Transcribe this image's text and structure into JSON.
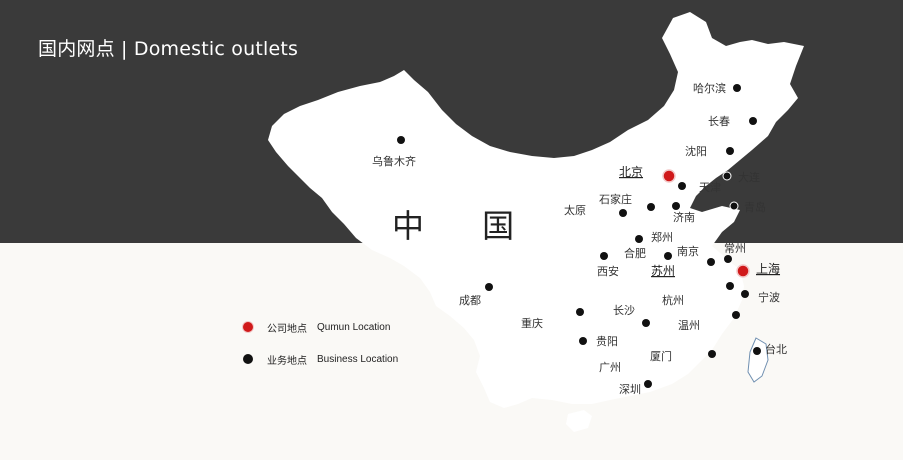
{
  "header": {
    "title": "国内网点 | Domestic outlets"
  },
  "map": {
    "country_label": "中 国",
    "colors": {
      "land": "#ffffff",
      "top_band": "#3a3a3a",
      "bottom_band": "#faf9f6",
      "hq_dot": "#d0191a",
      "business_dot": "#111111"
    },
    "cities": [
      {
        "id": "harbin",
        "name": "哈尔滨",
        "type": "business"
      },
      {
        "id": "changchun",
        "name": "长春",
        "type": "business"
      },
      {
        "id": "shenyang",
        "name": "沈阳",
        "type": "business"
      },
      {
        "id": "dalian",
        "name": "大连",
        "type": "business"
      },
      {
        "id": "beijing",
        "name": "北京",
        "type": "hq"
      },
      {
        "id": "tianjin",
        "name": "天津",
        "type": "business"
      },
      {
        "id": "qingdao",
        "name": "青岛",
        "type": "business"
      },
      {
        "id": "urumqi",
        "name": "乌鲁木齐",
        "type": "business"
      },
      {
        "id": "shijiazhuang",
        "name": "石家庄",
        "type": "business"
      },
      {
        "id": "taiyuan",
        "name": "太原",
        "type": "business"
      },
      {
        "id": "jinan",
        "name": "济南",
        "type": "business"
      },
      {
        "id": "zhengzhou",
        "name": "郑州",
        "type": "business"
      },
      {
        "id": "hefei",
        "name": "合肥",
        "type": "business"
      },
      {
        "id": "nanjing",
        "name": "南京",
        "type": "business"
      },
      {
        "id": "changzhou",
        "name": "常州",
        "type": "business"
      },
      {
        "id": "xian",
        "name": "西安",
        "type": "business"
      },
      {
        "id": "suzhou",
        "name": "苏州",
        "type": "hq"
      },
      {
        "id": "shanghai",
        "name": "上海",
        "type": "hq"
      },
      {
        "id": "ningbo",
        "name": "宁波",
        "type": "business"
      },
      {
        "id": "hangzhou",
        "name": "杭州",
        "type": "business"
      },
      {
        "id": "chengdu",
        "name": "成都",
        "type": "business"
      },
      {
        "id": "chongqing",
        "name": "重庆",
        "type": "business"
      },
      {
        "id": "changsha",
        "name": "长沙",
        "type": "business"
      },
      {
        "id": "wenzhou",
        "name": "温州",
        "type": "business"
      },
      {
        "id": "guiyang",
        "name": "贵阳",
        "type": "business"
      },
      {
        "id": "xiamen",
        "name": "厦门",
        "type": "business"
      },
      {
        "id": "taipei",
        "name": "台北",
        "type": "business"
      },
      {
        "id": "guangzhou",
        "name": "广州",
        "type": "business"
      },
      {
        "id": "shenzhen",
        "name": "深圳",
        "type": "business"
      }
    ]
  },
  "legend": {
    "hq": {
      "cn": "公司地点",
      "en": "Qumun Location"
    },
    "business": {
      "cn": "业务地点",
      "en": "Business Location"
    }
  }
}
